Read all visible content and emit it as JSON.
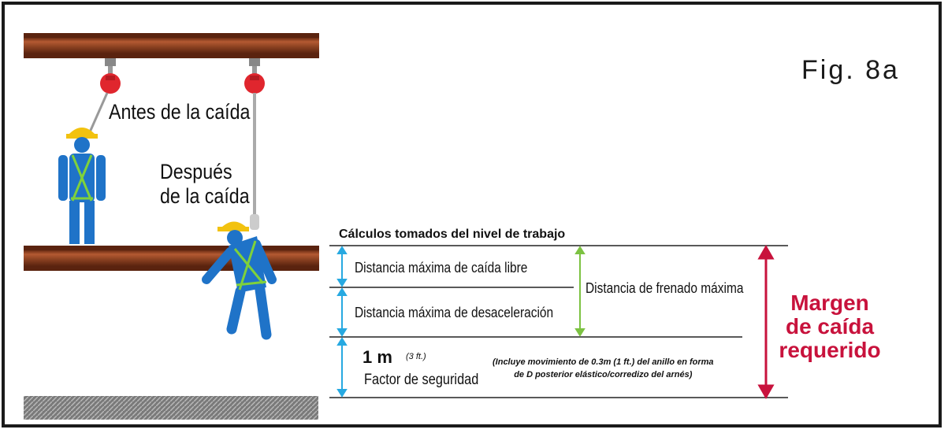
{
  "figure_label": "Fig. 8a",
  "before_fall_label": "Antes de la caída",
  "after_fall_label_line1": "Después",
  "after_fall_label_line2": "de la caída",
  "calculations_title": "Cálculos tomados del nivel de trabajo",
  "free_fall_label": "Distancia máxima de caída libre",
  "deceleration_label": "Distancia  máxima de desaceleración",
  "max_arrest_label": "Distancia de frenado máxima",
  "safety_value": "1 m",
  "safety_value_imperial": "(3 ft.)",
  "safety_factor_label": "Factor de seguridad",
  "safety_note_line1": "(Incluye movimiento de 0.3m (1 ft.) del anillo en forma",
  "safety_note_line2": "de D posterior elástico/corredizo del arnés)",
  "clearance_line1": "Margen",
  "clearance_line2": "de caída",
  "clearance_line3": "requerido",
  "colors": {
    "beam": "#9a4a2a",
    "worker": "#1f73c8",
    "harness": "#7fd13b",
    "helmet": "#f2c20f",
    "anchor": "#e0262e",
    "cyan_arrow": "#27a9e1",
    "green_arrow": "#7cc242",
    "clearance": "#c8123c"
  }
}
